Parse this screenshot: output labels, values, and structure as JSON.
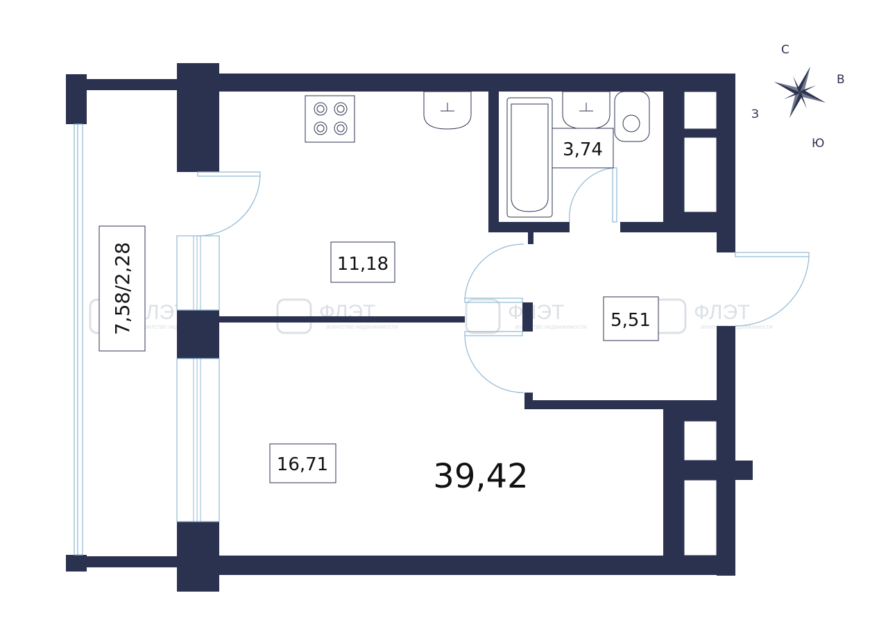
{
  "rooms": {
    "kitchen_area": "11,18",
    "bathroom_area": "3,74",
    "hall_area": "5,51",
    "living_area": "16,71",
    "balcony_area": "7,58/2,28"
  },
  "total_area": "39,42",
  "compass": {
    "north": "С",
    "east": "В",
    "west": "З",
    "south": "Ю",
    "icon": "compass-rose-icon"
  },
  "watermark": {
    "brand": "ФЛЭТ",
    "tagline": "агентство недвижимости"
  },
  "colors": {
    "wall": "#2b3250",
    "window": "#8fb7d3",
    "watermark": "#d9dde3"
  }
}
